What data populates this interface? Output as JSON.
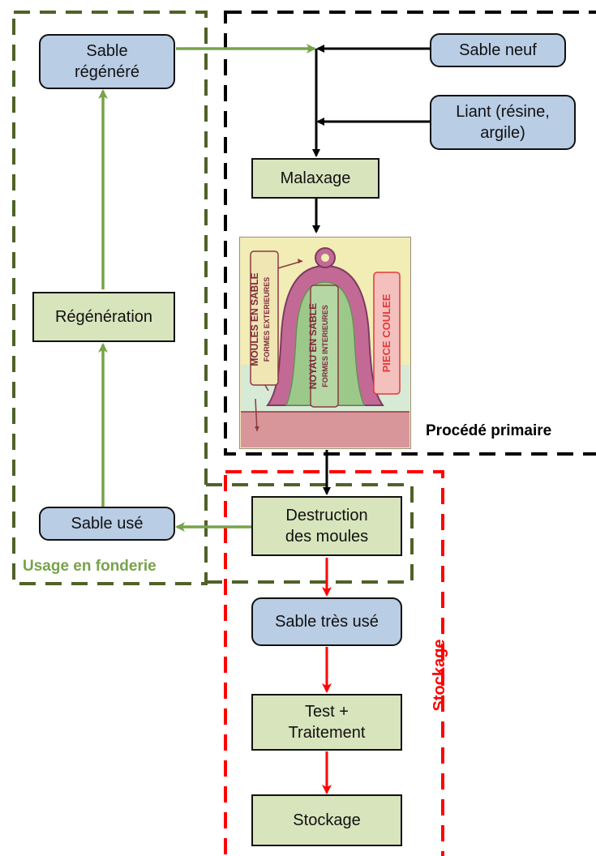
{
  "nodes": {
    "sable_regenere": "Sable\nrégénéré",
    "sable_neuf": "Sable neuf",
    "liant": "Liant (résine,\nargile)",
    "malaxage": "Malaxage",
    "regeneration": "Régénération",
    "sable_use": "Sable usé",
    "destruction": "Destruction\ndes moules",
    "sable_tres_use": "Sable très usé",
    "test_traitement": "Test +\nTraitement",
    "stockage": "Stockage"
  },
  "regions": {
    "usage": "Usage en fonderie",
    "primaire": "Procédé primaire",
    "stockage": "Stockage"
  },
  "illustration": {
    "label_moules": "MOULES EN SABLE",
    "label_moules_sub": "FORMES EXTERIEURES",
    "label_noyau": "NOYAU EN SABLE",
    "label_noyau_sub": "FORMES INTERIEURES",
    "label_piece": "PIECE COULEE"
  },
  "colors": {
    "blue_node": "#b9cde5",
    "green_node": "#d8e4bc",
    "green_flow": "#77a34a",
    "region_green": "#4f6228",
    "region_red": "#ff0000",
    "black_flow": "#000000"
  }
}
